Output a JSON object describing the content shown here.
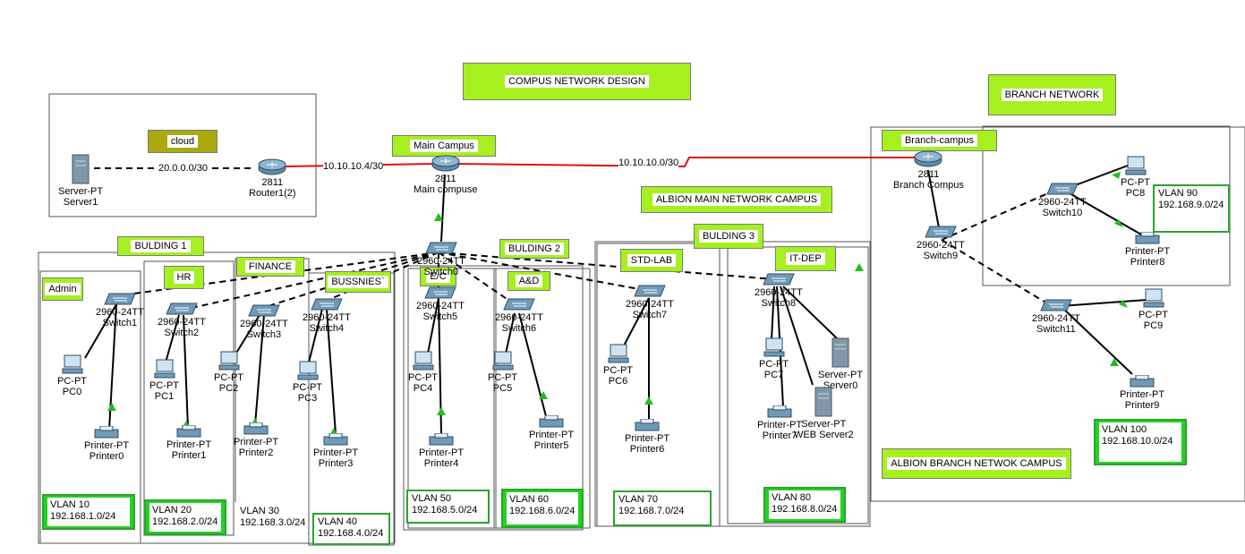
{
  "notes": {
    "title": "COMPUS NETWORK DESIGN",
    "branch_network": "BRANCH NETWORK",
    "cloud": "cloud",
    "main_campus": "Main Campus",
    "albion_main": "ALBION MAIN NETWORK CAMPUS",
    "branch_campus": "Branch-campus",
    "albion_branch": "ALBION BRANCH NETWOK CAMPUS",
    "building1": "BULDING 1",
    "building2": "BULDING 2",
    "building3": "BULDING 3",
    "admin": "Admin",
    "hr": "HR",
    "finance": "FINANCE",
    "bussnies": "BUSSNIES`",
    "ec": "E/C",
    "ad": "A&D",
    "stdlab": "STD-LAB",
    "itdep": "IT-DEP"
  },
  "links": {
    "cloud_link": "20.0.0.0/30",
    "router_main": "10.10.10.4/30",
    "main_branch": "10.10.10.0/30"
  },
  "devices": {
    "server1": {
      "model": "Server-PT",
      "name": "Server1"
    },
    "router1": {
      "model": "2811",
      "name": "Router1(2)"
    },
    "main_router": {
      "model": "2811",
      "name": "Main compuse"
    },
    "branch_router": {
      "model": "2811",
      "name": "Branch Compus"
    },
    "core_switch": {
      "model": "2960-24TT",
      "name": "Switch0"
    },
    "switch1": {
      "model": "2960-24TT",
      "name": "Switch1"
    },
    "switch2": {
      "model": "2960-24TT",
      "name": "Switch2"
    },
    "switch3": {
      "model": "2960-24TT",
      "name": "Switch3"
    },
    "switch4": {
      "model": "2960-24TT",
      "name": "Switch4"
    },
    "switch5": {
      "model": "2960-24TT",
      "name": "Switch5"
    },
    "switch6": {
      "model": "2960-24TT",
      "name": "Switch6"
    },
    "switch7": {
      "model": "2960-24TT",
      "name": "Switch7"
    },
    "switch8": {
      "model": "2960-24TT",
      "name": "Switch8"
    },
    "switch9": {
      "model": "2960-24TT",
      "name": "Switch9"
    },
    "switch10": {
      "model": "2960-24TT",
      "name": "Switch10"
    },
    "switch11": {
      "model": "2960-24TT",
      "name": "Switch11"
    },
    "pc0": {
      "model": "PC-PT",
      "name": "PC0"
    },
    "pc1": {
      "model": "PC-PT",
      "name": "PC1"
    },
    "pc2": {
      "model": "PC-PT",
      "name": "PC2"
    },
    "pc3": {
      "model": "PC-PT",
      "name": "PC3"
    },
    "pc4": {
      "model": "PC-PT",
      "name": "PC4"
    },
    "pc5": {
      "model": "PC-PT",
      "name": "PC5"
    },
    "pc6": {
      "model": "PC-PT",
      "name": "PC6"
    },
    "pc7": {
      "model": "PC-PT",
      "name": "PC7"
    },
    "pc8": {
      "model": "PC-PT",
      "name": "PC8"
    },
    "pc9": {
      "model": "PC-PT",
      "name": "PC9"
    },
    "printer0": {
      "model": "Printer-PT",
      "name": "Printer0"
    },
    "printer1": {
      "model": "Printer-PT",
      "name": "Printer1"
    },
    "printer2": {
      "model": "Printer-PT",
      "name": "Printer2"
    },
    "printer3": {
      "model": "Printer-PT",
      "name": "Printer3"
    },
    "printer4": {
      "model": "Printer-PT",
      "name": "Printer4"
    },
    "printer5": {
      "model": "Printer-PT",
      "name": "Printer5"
    },
    "printer6": {
      "model": "Printer-PT",
      "name": "Printer6"
    },
    "printer7": {
      "model": "Printer-PT",
      "name": "Printer7"
    },
    "printer8": {
      "model": "Printer-PT",
      "name": "Printer8"
    },
    "printer9": {
      "model": "Printer-PT",
      "name": "Printer9"
    },
    "server0": {
      "model": "Server-PT",
      "name": "Server0"
    },
    "webserver2": {
      "model": "Server-PT",
      "name": "WEB Server2"
    }
  },
  "vlans": {
    "v10": {
      "id": "VLAN 10",
      "net": "192.168.1.0/24"
    },
    "v20": {
      "id": "VLAN 20",
      "net": "192.168.2.0/24"
    },
    "v30": {
      "id": "VLAN 30",
      "net": "192.168.3.0/24"
    },
    "v40": {
      "id": "VLAN 40",
      "net": "192.168.4.0/24"
    },
    "v50": {
      "id": "VLAN 50",
      "net": "192.168.5.0/24"
    },
    "v60": {
      "id": "VLAN 60",
      "net": "192.168.6.0/24"
    },
    "v70": {
      "id": "VLAN 70",
      "net": "192.168.7.0/24"
    },
    "v80": {
      "id": "VLAN 80",
      "net": "192.168.8.0/24"
    },
    "v90": {
      "id": "VLAN 90",
      "net": "192.168.9.0/24"
    },
    "v100": {
      "id": "VLAN 100",
      "net": "192.168.10.0/24"
    }
  },
  "colors": {
    "note": "#a6f01f",
    "cloud_note": "#aaaa10",
    "vlan_border": "#2ba32b",
    "wan_link": "#e01010",
    "link_arrow": "#22bb22"
  }
}
